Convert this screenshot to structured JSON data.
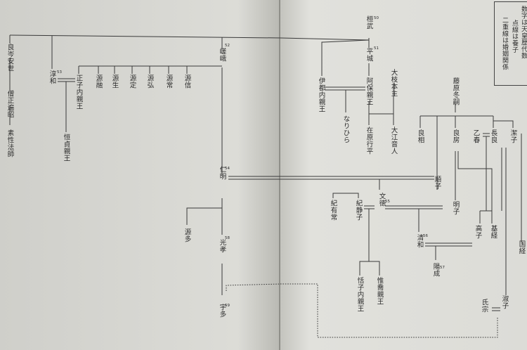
{
  "legend": {
    "line1": "数字は天皇歴代数",
    "line2": "点線は養子",
    "line3": "二重線は婚姻関係"
  },
  "names": {
    "kanmu": "桓武",
    "heizei": "平城",
    "saga": "嵯峨",
    "ninmyo": "仁明",
    "montoku": "文徳",
    "seiwa": "清和",
    "yozei": "陽成",
    "koko": "光孝",
    "uda": "宇多",
    "fujiwara_fuyutsugu": "藤原冬嗣",
    "yoshifusa": "良房",
    "nagayoshi": "長良",
    "yoshimi": "良相",
    "otoharu": "乙春",
    "kaishi": "潔子",
    "akirakeiko": "明子",
    "junshi": "順子",
    "takaiko": "高子",
    "mototsune": "基経",
    "kunitsune": "国経",
    "shukushi": "淑子",
    "ujimune": "氏宗",
    "ohtomo_motomi": "大枝本主",
    "ooenootondo": "大江音人",
    "ito_naishinno": "伊都内親王",
    "abo_shinno": "阿保親王",
    "narihira": "なりひら",
    "ariwara_yukihira": "在原行平",
    "ki_shizuko": "紀静子",
    "ki_aritsune": "紀有常",
    "tenshi_naishinno": "恬子内親王",
    "koretaka_shinno": "惟喬親王",
    "minamoto_ta": "源多",
    "ryosho": "良岑安世",
    "henjo": "僧正遍昭",
    "sosei": "素性法師",
    "junna": "淳和",
    "masako_naishinno": "正子内親王",
    "tsunesada_shinno": "恒貞親王",
    "minamoto_toru": "源融",
    "minamoto_iku": "源生",
    "minamoto_sadamu": "源定",
    "minamoto_hiromu": "源弘",
    "minamoto_tokiwa": "源常",
    "minamoto_makoto": "源信"
  },
  "reign_numbers": {
    "kanmu": "50",
    "heizei": "51",
    "saga": "52",
    "junna": "53",
    "ninmyo": "54",
    "montoku": "55",
    "seiwa": "56",
    "yozei": "57",
    "koko": "58",
    "uda": "59"
  },
  "colors": {
    "left_page": "#d9d9d4",
    "right_page": "#e2e2dd",
    "ink": "#2c2c2c",
    "spine": "#8f8f89"
  }
}
